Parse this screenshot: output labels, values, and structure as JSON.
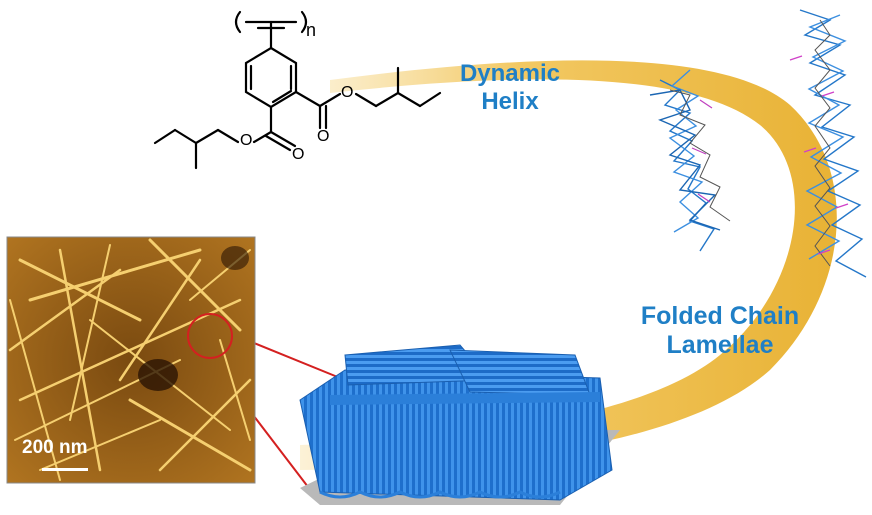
{
  "labels": {
    "dynamic_helix": [
      "Dynamic",
      "Helix"
    ],
    "folded_chain_lamellae": [
      "Folded Chain",
      "Lamellae"
    ]
  },
  "afm_image": {
    "scale_bar_label": "200 nm"
  },
  "chemical_structure": {
    "repeat_subscript": "n",
    "atoms": [
      "O",
      "O",
      "O",
      "O"
    ]
  },
  "colors": {
    "label_blue": "#1f7fc6",
    "arrow_gold": "#f1c45a",
    "afm_dark": "#3a1e06",
    "afm_bright": "#f5cf70",
    "lamella_blue": "#2b7fd9",
    "zoom_red": "#d42020",
    "substrate_gray": "#b9b9b9"
  }
}
